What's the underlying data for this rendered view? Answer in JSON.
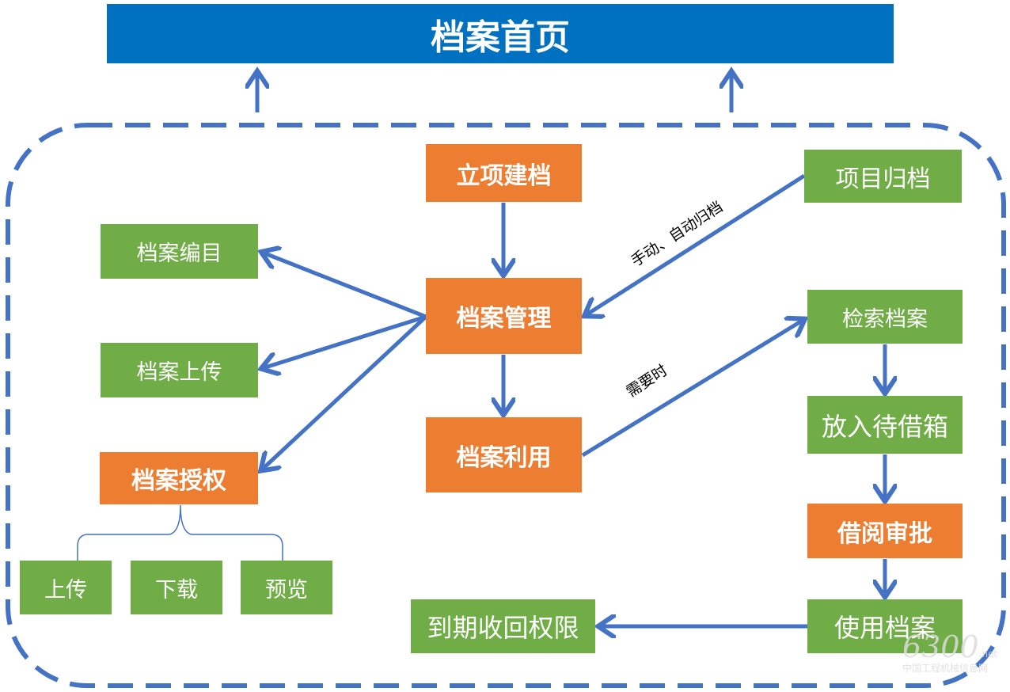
{
  "title": "档案首页",
  "nodes": {
    "lixiang": "立项建档",
    "guanli": "档案管理",
    "liyong": "档案利用",
    "bianmu": "档案编目",
    "shangchuan": "档案上传",
    "shouquan": "档案授权",
    "up": "上传",
    "down": "下载",
    "preview": "预览",
    "guidang": "项目归档",
    "jiansuo": "检索档案",
    "daijie": "放入待借箱",
    "shenpi": "借阅审批",
    "shiyong": "使用档案",
    "shouhui": "到期收回权限"
  },
  "labels": {
    "archive": "手动、自动归档",
    "need": "需要时"
  },
  "watermark": {
    "number": "6300",
    "site": "中国工程机械信息网",
    "suffix": ".net"
  },
  "colors": {
    "header": "#0070C0",
    "green": "#70AD47",
    "orange": "#ED7D31",
    "line": "#4472C4"
  }
}
